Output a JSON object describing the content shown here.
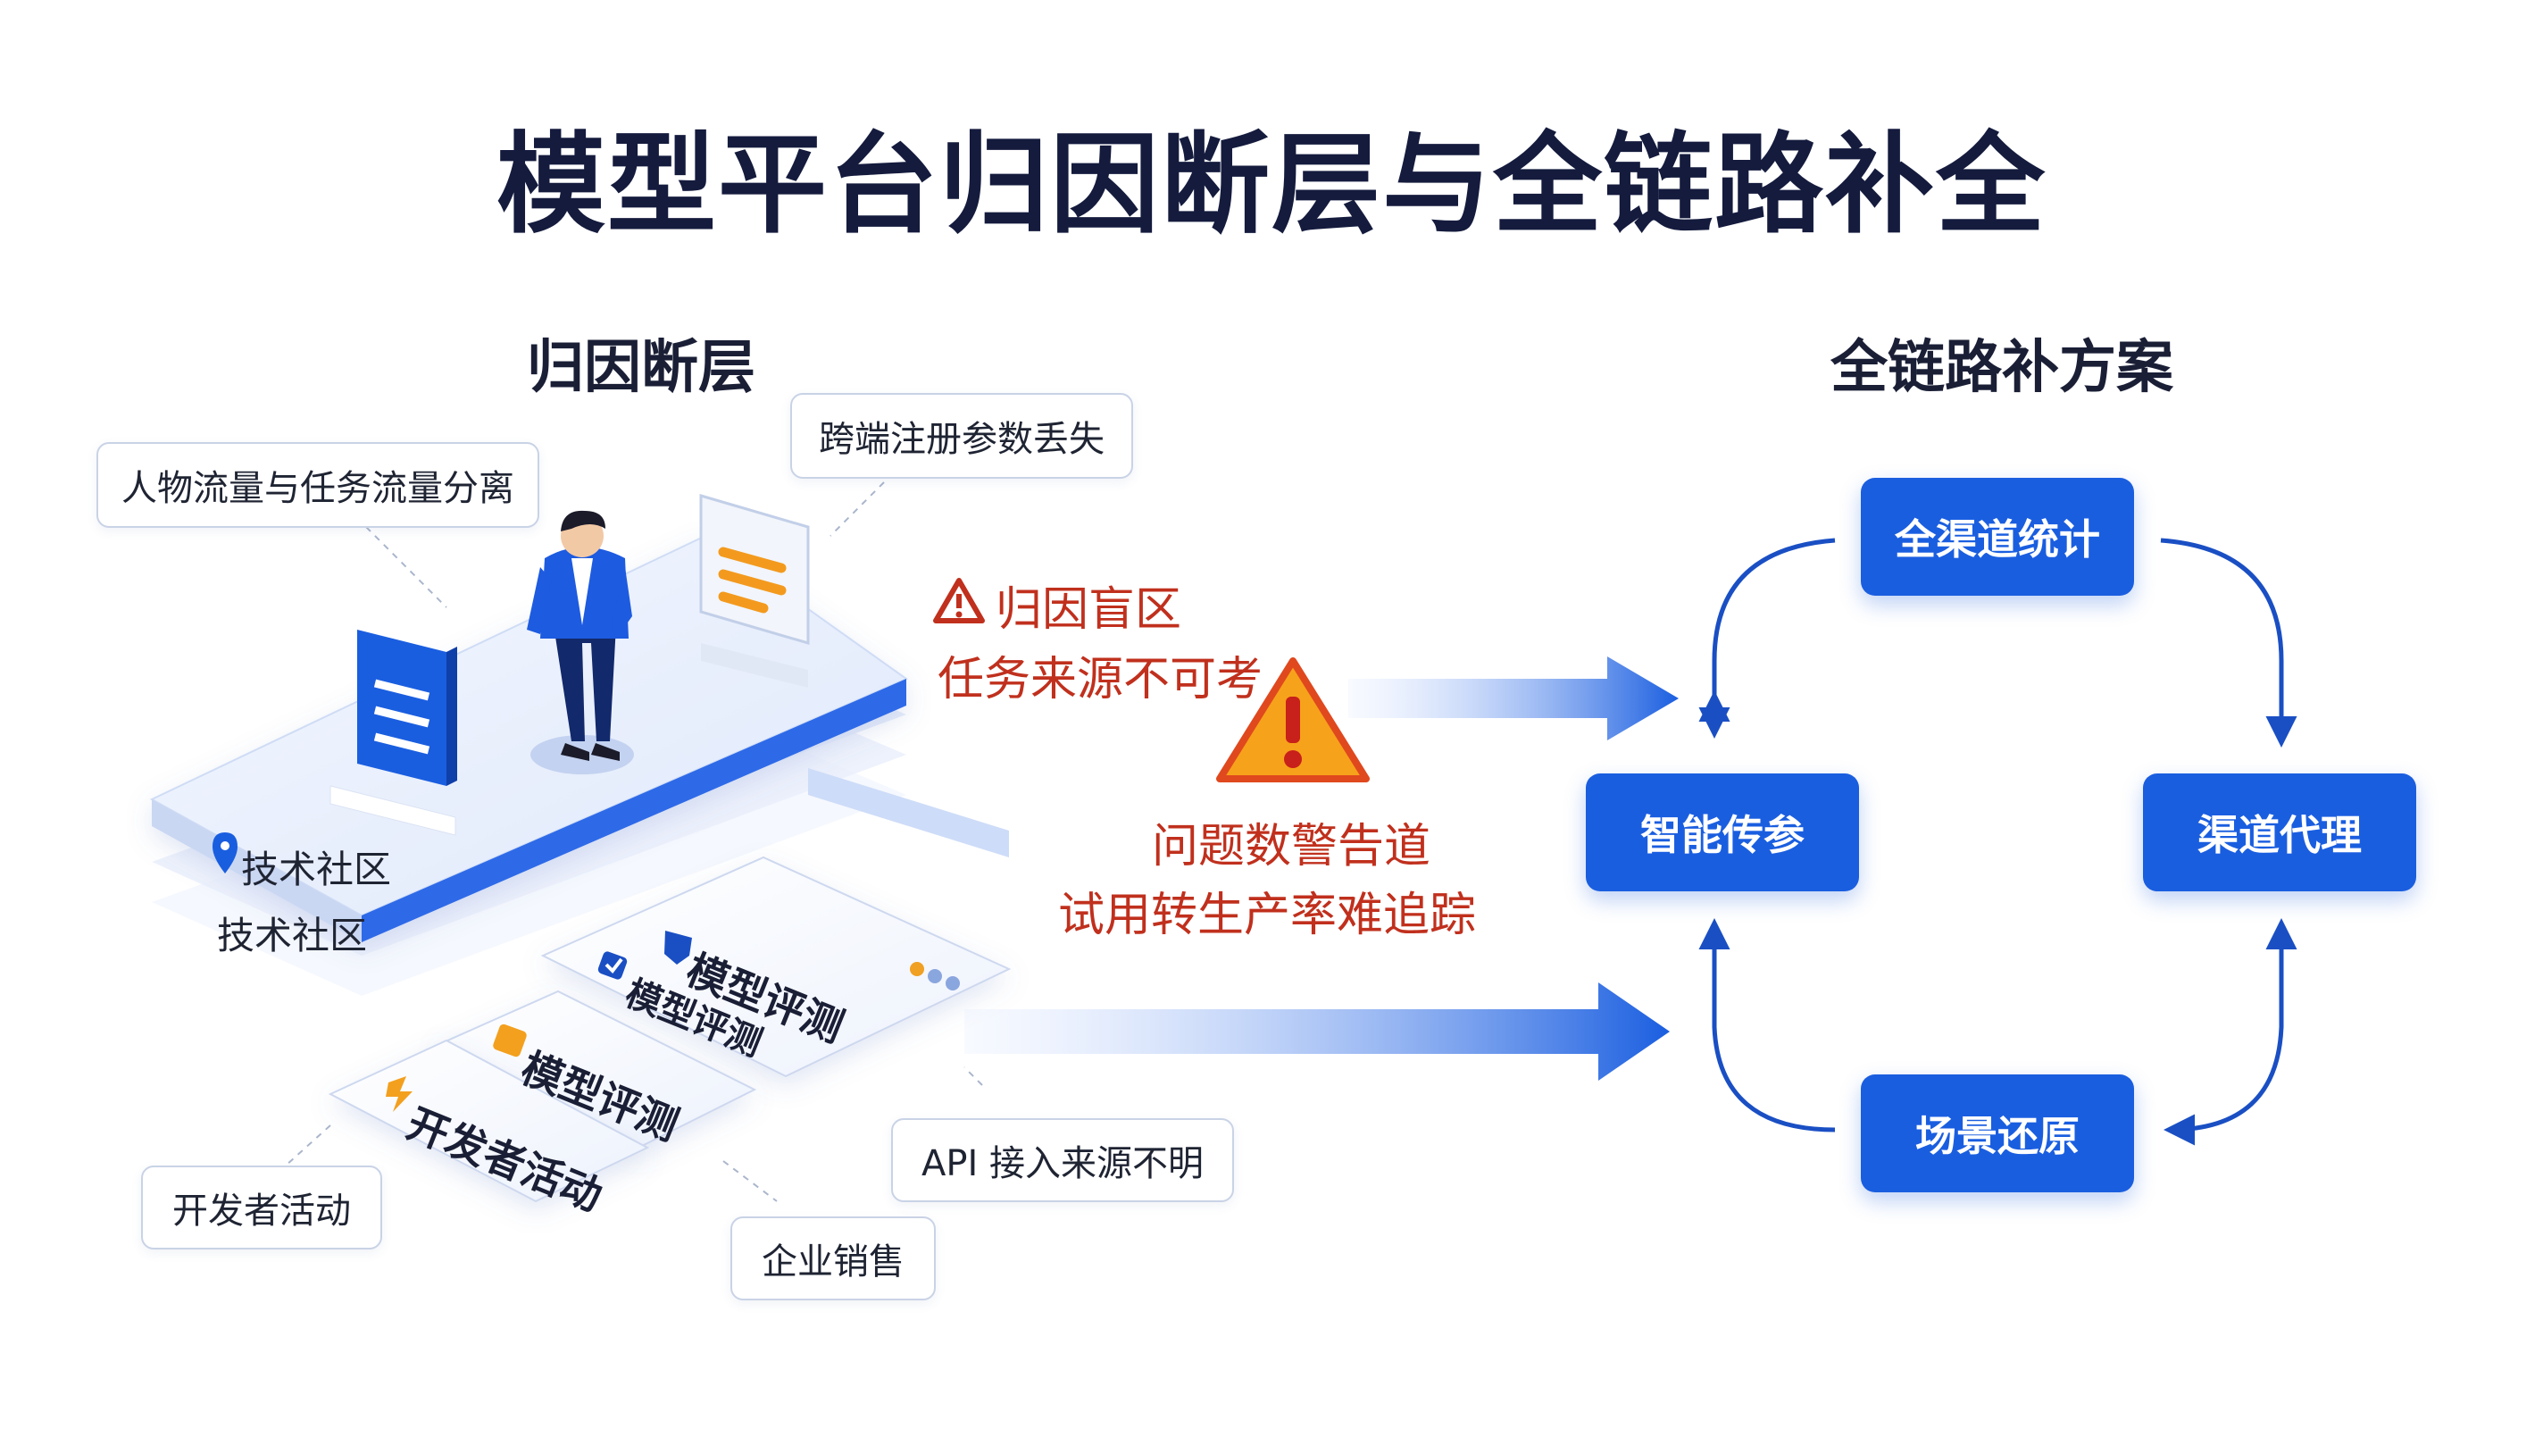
{
  "title": "模型平台归因断层与全链路补全",
  "left": {
    "heading": "归因断层",
    "callouts": {
      "flow_split": "人物流量与任务流量分离",
      "param_loss": "跨端注册参数丢失",
      "api_unknown": "API 接入来源不明",
      "enterprise_sales": "企业销售",
      "dev_event": "开发者活动"
    },
    "platform_labels": [
      "技术社区",
      "技术社区"
    ],
    "cards": {
      "card1_line1": "模型评测",
      "card1_line2": "模型评测",
      "card2": "模型评测",
      "card3": "开发者活动"
    }
  },
  "warnings": {
    "blind_spot_title": "归因盲区",
    "blind_spot_sub": "任务来源不可考",
    "issue_title": "问题数警告道",
    "issue_sub": "试用转生产率难追踪"
  },
  "right": {
    "heading": "全链路补方案",
    "nodes": {
      "top": "全渠道统计",
      "left": "智能传参",
      "right": "渠道代理",
      "bottom": "场景还原"
    }
  },
  "colors": {
    "accent": "#1a5ee0",
    "warning": "#c0301d",
    "warning_fill": "#f7a21b"
  },
  "icons": [
    "warning-icon",
    "location-pin-icon",
    "document-icon",
    "chart-card-icon",
    "shield-icon",
    "check-icon",
    "person-figure"
  ]
}
